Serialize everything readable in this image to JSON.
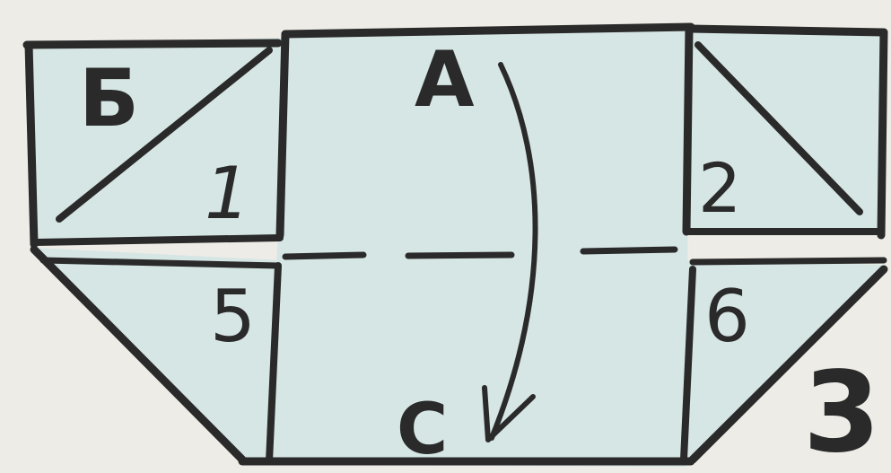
{
  "diagram": {
    "labels": {
      "top_left_panel": "Б",
      "center_top": "A",
      "center_bottom": "C",
      "flap_1": "1",
      "flap_2": "2",
      "flap_5": "5",
      "flap_6": "6",
      "step_number": "3"
    },
    "colors": {
      "paper_background": "#eeece6",
      "folded_paper_fill": "#d6e6e4",
      "ink": "#2a2a2a"
    }
  }
}
